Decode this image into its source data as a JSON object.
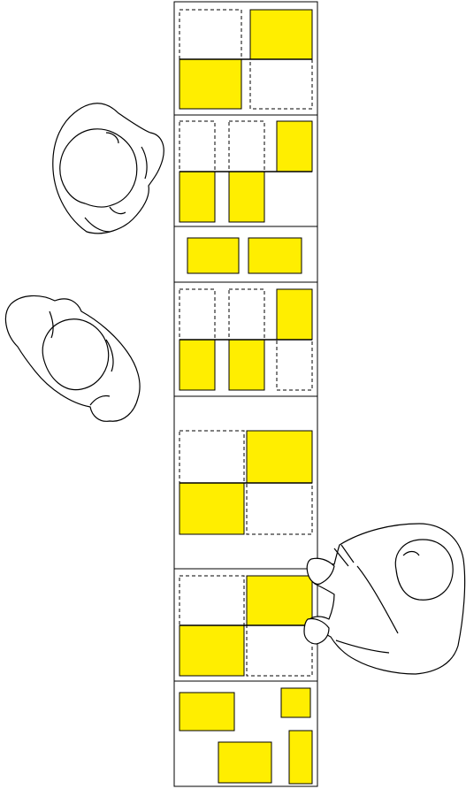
{
  "diagram": {
    "fill_color": "#FFEE00",
    "stroke_color": "#000000",
    "background_color": "#FFFFFF",
    "sections": [
      {
        "name": "section-1",
        "panels": [
          {
            "state": "outline"
          },
          {
            "state": "filled"
          },
          {
            "state": "filled"
          },
          {
            "state": "outline"
          }
        ]
      },
      {
        "name": "section-2",
        "panels": [
          {
            "state": "outline"
          },
          {
            "state": "outline"
          },
          {
            "state": "filled"
          },
          {
            "state": "filled"
          },
          {
            "state": "filled"
          }
        ]
      },
      {
        "name": "section-3",
        "panels": [
          {
            "state": "filled"
          },
          {
            "state": "filled"
          }
        ]
      },
      {
        "name": "section-4",
        "panels": [
          {
            "state": "outline"
          },
          {
            "state": "outline"
          },
          {
            "state": "filled"
          },
          {
            "state": "filled"
          },
          {
            "state": "filled"
          },
          {
            "state": "outline"
          }
        ]
      },
      {
        "name": "section-5",
        "panels": [
          {
            "state": "outline"
          },
          {
            "state": "filled"
          },
          {
            "state": "filled"
          },
          {
            "state": "outline"
          }
        ]
      },
      {
        "name": "section-6",
        "panels": [
          {
            "state": "outline"
          },
          {
            "state": "filled"
          },
          {
            "state": "filled"
          },
          {
            "state": "outline"
          }
        ]
      },
      {
        "name": "section-7",
        "panels": [
          {
            "state": "filled"
          },
          {
            "state": "filled"
          },
          {
            "state": "filled"
          },
          {
            "state": "filled"
          }
        ]
      }
    ],
    "figures": [
      {
        "name": "person-top-left",
        "pose": "standing-top-view"
      },
      {
        "name": "person-middle-left",
        "pose": "standing-top-view"
      },
      {
        "name": "person-bottom-right",
        "pose": "folding-panels-top-view"
      }
    ]
  }
}
